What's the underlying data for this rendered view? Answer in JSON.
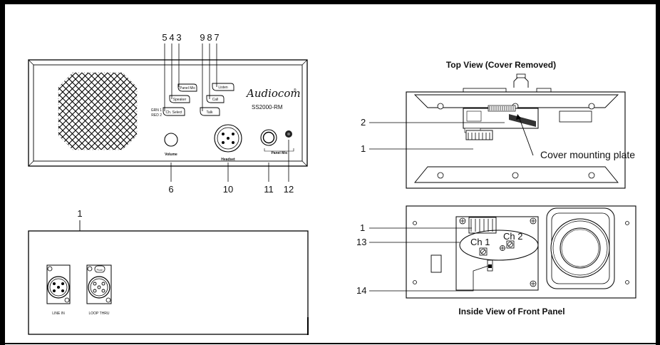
{
  "front_panel": {
    "brand": "Audiocom",
    "registered": "®",
    "model": "SS2000-RM",
    "button_labels": [
      "Panel Mic",
      "Speaker",
      "Ch. Select",
      "Listen",
      "Call",
      "Talk"
    ],
    "led_labels": [
      "GRN 1",
      "RED 2"
    ],
    "knob_label": "Volume",
    "headset_label": "Headset",
    "panel_mic_label": "Panel Mic",
    "callouts_top": [
      "5",
      "4",
      "3",
      "9",
      "8",
      "7"
    ],
    "callouts_bottom": [
      "6",
      "10",
      "11",
      "12"
    ]
  },
  "rear_panel": {
    "callout": "1",
    "connector_labels": [
      "LINE IN",
      "LOOP THRU"
    ],
    "push_label": "Push"
  },
  "top_view": {
    "title": "Top View (Cover Removed)",
    "callouts": [
      "2",
      "1"
    ],
    "annotation": "Cover mounting plate"
  },
  "inside_view": {
    "title": "Inside View of Front Panel",
    "callouts": [
      "1",
      "13",
      "14"
    ],
    "ch1": "Ch 1",
    "ch2": "Ch 2"
  }
}
